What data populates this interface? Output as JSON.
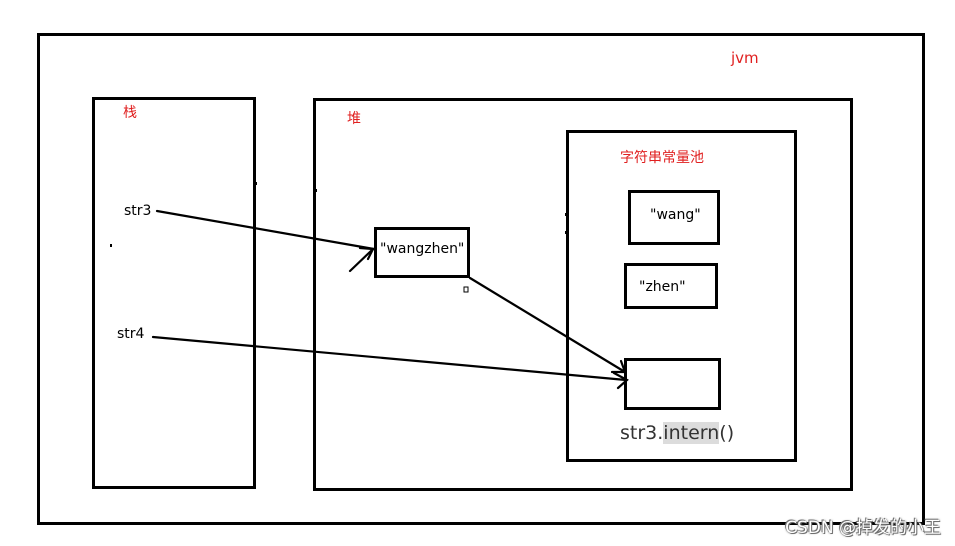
{
  "labels": {
    "jvm": "jvm",
    "stack": "栈",
    "heap": "堆",
    "string_pool": "字符串常量池",
    "str3": "str3",
    "str4": "str4",
    "wangzhen": "\"wangzhen\"",
    "wang": "\"wang\"",
    "zhen": "\"zhen\"",
    "intern_prefix": "str3.",
    "intern_highlight": "intern",
    "intern_suffix": "()"
  },
  "watermark": "CSDN @掉发的小王",
  "colors": {
    "label_red": "#e02020",
    "line": "#000000"
  }
}
